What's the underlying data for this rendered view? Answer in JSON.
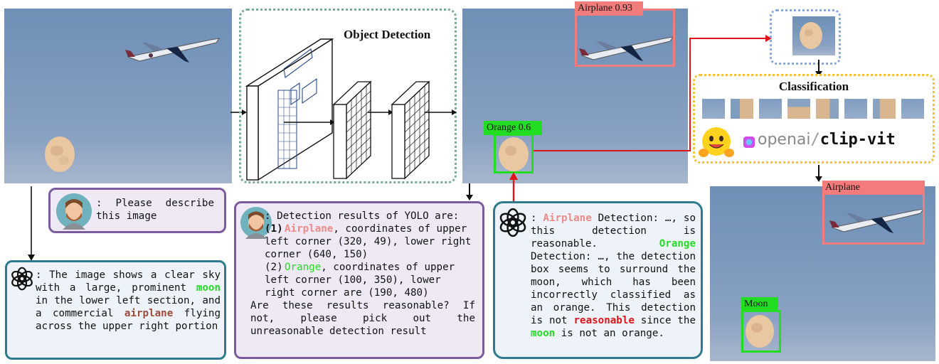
{
  "detector": {
    "title": "Object Detection"
  },
  "detections": {
    "airplane": "Airplane 0.93",
    "orange": "Orange 0.6"
  },
  "classifier": {
    "title": "Classification",
    "model_org": "openai",
    "model_sep": "/",
    "model_name": "clip-vit"
  },
  "final": {
    "airplane": "Airplane",
    "moon": "Moon"
  },
  "user_query_1": ": Please describe this image",
  "gpt_answer_1": {
    "p1": ": The image shows a clear sky with a large, prominent ",
    "moon": "moon",
    "p2": " in the lower left section, and a commercial ",
    "airplane": "airplane",
    "p3": " flying across the upper right portion"
  },
  "user_query_2": {
    "intro": ": Detection results of YOLO are:",
    "item1_num": "(1)",
    "item1_label": "Airplane",
    "item1_rest": ", coordinates of upper left corner (320, 49), lower right corner (640, 150)",
    "item2_num": "(2)",
    "item2_label": "Orange",
    "item2_rest": ", coordinates of upper left corner (100, 350), lower right corner are (190, 480)",
    "question": "Are these results reasonable? If not, please pick out the unreasonable detection result"
  },
  "gpt_answer_2": {
    "colon": ": ",
    "airplane": "Airplane",
    "p1": " Detection: …, so this detection is reasonable.",
    "orange": "Orange",
    "p2": " Detection: …, the detection box seems to surround the moon, which has been incorrectly classified as an orange. This detection is not ",
    "reasonable": "reasonable",
    "p3": " since the ",
    "moon": "moon",
    "p4": " is not an orange."
  },
  "colors": {
    "sky": "#7d9abd",
    "airplane_box": "#f27c7c",
    "orange_box": "#22dd22",
    "detector_border": "#7aaa9a",
    "classifier_border": "#f2c431",
    "crop_border": "#8aa8d8",
    "user_box_border": "#7b5b9e",
    "user_box_fill": "#eee9f4",
    "gpt_box_border": "#2e7a8e",
    "gpt_box_fill": "#edf3f8",
    "arrow_red": "#e0151a"
  },
  "icons": [
    "user-avatar-icon",
    "openai-logo-icon",
    "hugging-face-icon",
    "cube-logo-icon"
  ]
}
